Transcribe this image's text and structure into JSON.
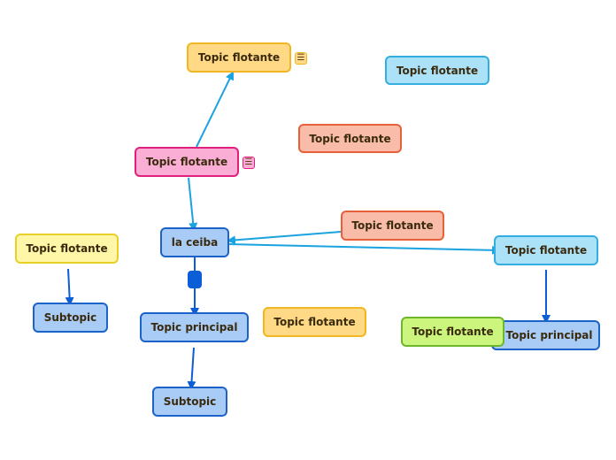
{
  "map": {
    "central": "la ceiba",
    "nodes": [
      {
        "id": "central",
        "text": "la ceiba",
        "bg": "#a8ccf6",
        "border": "#1c63c9"
      },
      {
        "id": "f1",
        "text": "Topic flotante",
        "bg": "#ffd985",
        "border": "#f0b722"
      },
      {
        "id": "f2",
        "text": "Topic flotante",
        "bg": "#ace2f7",
        "border": "#34aee0"
      },
      {
        "id": "f3",
        "text": "Topic flotante",
        "bg": "#f8bca8",
        "border": "#e8603a"
      },
      {
        "id": "f4",
        "text": "Topic flotante",
        "bg": "#fbaed5",
        "border": "#e0207c"
      },
      {
        "id": "f5",
        "text": "Topic flotante",
        "bg": "#f8bca8",
        "border": "#e8603a"
      },
      {
        "id": "f6",
        "text": "Topic flotante",
        "bg": "#fff6a8",
        "border": "#e8d028"
      },
      {
        "id": "f7",
        "text": "Topic flotante",
        "bg": "#ace2f7",
        "border": "#34aee0"
      },
      {
        "id": "sub1",
        "text": "Subtopic",
        "bg": "#a8ccf6",
        "border": "#1c63c9"
      },
      {
        "id": "main1",
        "text": "Topic principal",
        "bg": "#a8ccf6",
        "border": "#1c63c9"
      },
      {
        "id": "f8",
        "text": "Topic flotante",
        "bg": "#ffd985",
        "border": "#f0b722"
      },
      {
        "id": "main2",
        "text": "Topic principal",
        "bg": "#a8ccf6",
        "border": "#1c63c9"
      },
      {
        "id": "f9",
        "text": "Topic flotante",
        "bg": "#ccf57e",
        "border": "#6cb82a"
      },
      {
        "id": "sub2",
        "text": "Subtopic",
        "bg": "#a8ccf6",
        "border": "#1c63c9"
      }
    ],
    "notes": [
      {
        "id": "note1",
        "icon": "note-icon",
        "glyph": "☰",
        "bg": "#ffd985",
        "border": "#f0b722"
      },
      {
        "id": "note2",
        "icon": "note-icon",
        "glyph": "☰",
        "bg": "#fbaed5",
        "border": "#e0207c"
      }
    ],
    "colors": {
      "connector_light": "#1aa3e0",
      "connector_dark": "#0b5ed7"
    }
  }
}
